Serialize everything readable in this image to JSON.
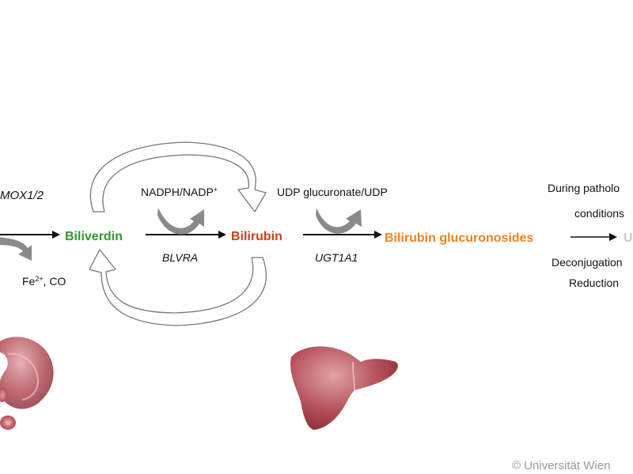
{
  "diagram": {
    "left_enzyme": "MOX1/2",
    "iron_label_base": "Fe",
    "iron_label_sup": "2+",
    "iron_label_suffix": ", CO",
    "biliverdin": "Biliverdin",
    "cofactor1_base": "NADPH/NADP",
    "cofactor1_sup": "+",
    "enzyme1": "BLVRA",
    "bilirubin": "Bilirubin",
    "cofactor2": "UDP glucuronate/UDP",
    "enzyme2": "UGT1A1",
    "glucuronides": "Bilirubin glucuronosides",
    "right_line1": "During patholo",
    "right_line2": "conditions",
    "right_line3": "Deconjugation",
    "right_line4": "Reduction",
    "right_product_fragment": "U",
    "copyright": "© Universität Wien"
  },
  "colors": {
    "biliverdin": "#2e9a2e",
    "bilirubin": "#c8401a",
    "glucuronides": "#f0821e",
    "arrow_gray": "#8a8a8a",
    "organ": "#b5505a"
  },
  "icons": [
    "spleen-icon",
    "red-blood-cell-icon",
    "liver-icon"
  ]
}
